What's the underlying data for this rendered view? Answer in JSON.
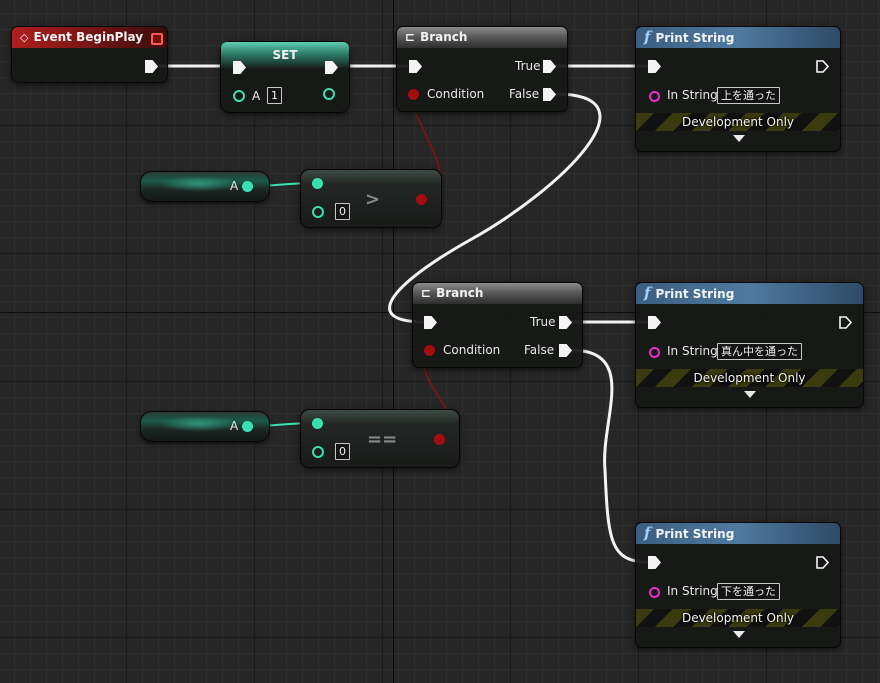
{
  "event_node": {
    "title": "Event BeginPlay"
  },
  "set_node": {
    "title": "SET",
    "var_name": "A",
    "value": "1"
  },
  "branch1": {
    "title": "Branch",
    "true_label": "True",
    "false_label": "False",
    "condition_label": "Condition"
  },
  "branch2": {
    "title": "Branch",
    "true_label": "True",
    "false_label": "False",
    "condition_label": "Condition"
  },
  "get_a_1": {
    "var_name": "A"
  },
  "get_a_2": {
    "var_name": "A"
  },
  "compare_gt": {
    "operator": ">",
    "value": "0"
  },
  "compare_eq": {
    "operator": "==",
    "value": "0"
  },
  "print1": {
    "title": "Print String",
    "in_string_label": "In String",
    "value": "上を通った",
    "dev_only": "Development Only"
  },
  "print2": {
    "title": "Print String",
    "in_string_label": "In String",
    "value": "真ん中を通った",
    "dev_only": "Development Only"
  },
  "print3": {
    "title": "Print String",
    "in_string_label": "In String",
    "value": "下を通った",
    "dev_only": "Development Only"
  },
  "colors": {
    "exec": "#f4f4f4",
    "bool": "#a30d12",
    "int": "#3be0b0",
    "string": "#ea2bd1",
    "event_header": "#b01f1f",
    "function_header": "#4f7aa0"
  }
}
